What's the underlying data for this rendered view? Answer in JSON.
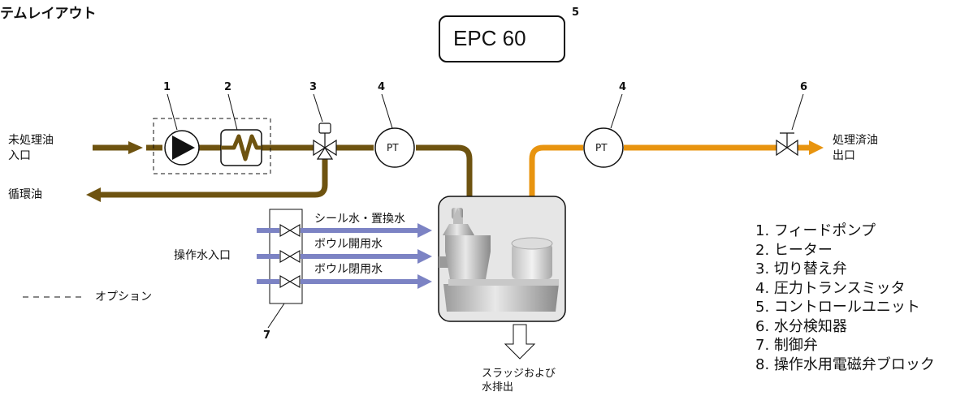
{
  "title": "テムレイアウト",
  "controller": {
    "label": "EPC 60",
    "number": "5"
  },
  "numbers": {
    "pump": "1",
    "heater": "2",
    "switch_valve": "3",
    "pt_in": "4",
    "pt_out": "4",
    "water_detector": "6",
    "control_valves": "7"
  },
  "labels": {
    "raw_oil_inlet": [
      "未処理油",
      "入口"
    ],
    "recirculation": "循環油",
    "treated_oil_outlet": [
      "処理済油",
      "出口"
    ],
    "operating_water_inlet": "操作水入口",
    "seal_water": "シール水・置換水",
    "bowl_open_water_1": "ボウル開用水",
    "bowl_close_water": "ボウル閉用水",
    "sludge_discharge": [
      "スラッジおよび",
      "水排出"
    ],
    "option": "オプション",
    "pt": "PT"
  },
  "legend": [
    "1. フィードポンプ",
    "2. ヒーター",
    "3. 切り替え弁",
    "4. 圧力トランスミッタ",
    "5. コントロールユニット",
    "6. 水分検知器",
    "7. 制御弁",
    "8. 操作水用電磁弁ブロック"
  ],
  "colors": {
    "raw_oil_pipe": "#6e5310",
    "treated_oil_pipe": "#e8940f",
    "water_pipe": "#7c83c4",
    "line": "#111111"
  }
}
